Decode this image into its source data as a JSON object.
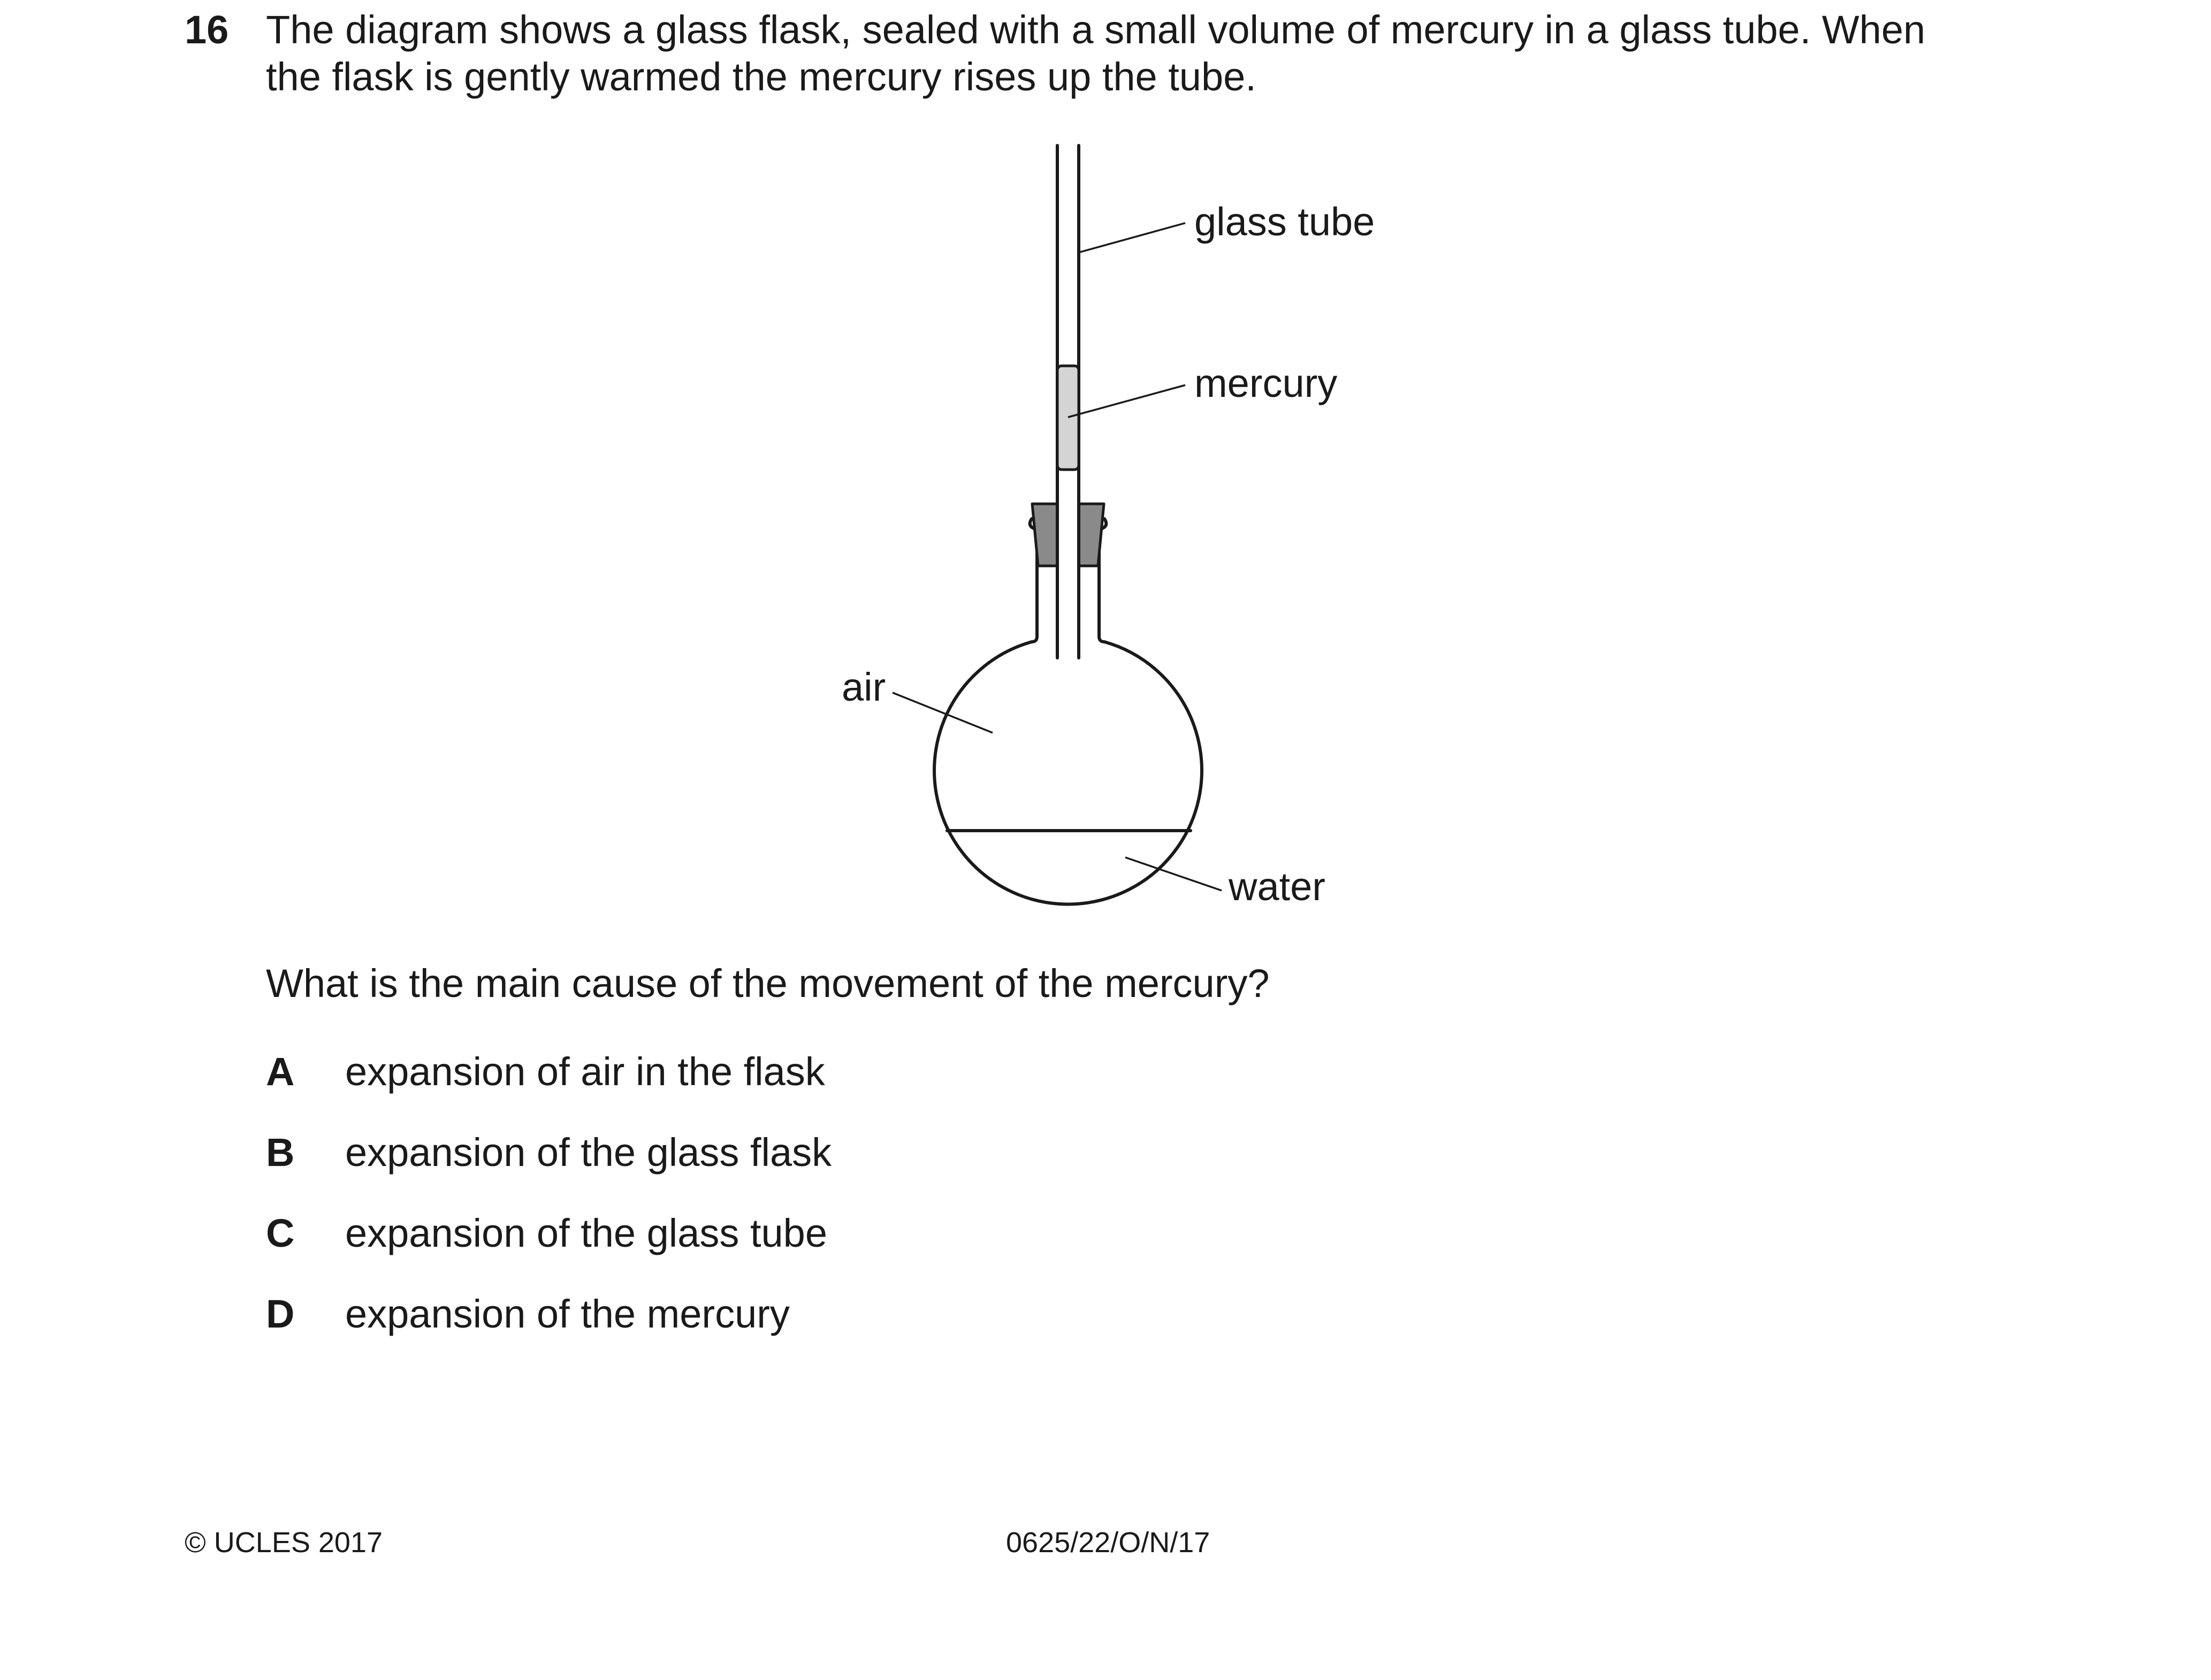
{
  "question": {
    "number": "16",
    "stem_line1": "The diagram shows a glass flask, sealed with a small volume of mercury in a glass tube. When",
    "stem_line2": "the flask is gently warmed the mercury rises up the tube.",
    "prompt": "What is the main cause of the movement of the mercury?"
  },
  "diagram": {
    "labels": {
      "glass_tube": "glass tube",
      "mercury": "mercury",
      "air": "air",
      "water": "water"
    },
    "colors": {
      "outline": "#1a1a1a",
      "mercury_fill": "#d4d4d4",
      "stopper_fill": "#8a8a8a"
    }
  },
  "options": [
    {
      "letter": "A",
      "text": "expansion of air in the flask"
    },
    {
      "letter": "B",
      "text": "expansion of the glass flask"
    },
    {
      "letter": "C",
      "text": "expansion of the glass tube"
    },
    {
      "letter": "D",
      "text": "expansion of the mercury"
    }
  ],
  "footer": {
    "copyright": "© UCLES 2017",
    "code": "0625/22/O/N/17"
  }
}
